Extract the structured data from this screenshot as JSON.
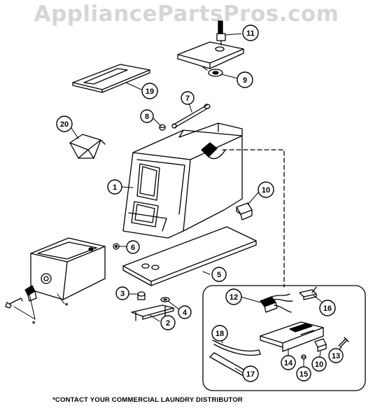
{
  "watermark": "AppliancePartsPros.com",
  "footnote": "*CONTACT YOUR COMMERCIAL LAUNDRY DISTRIBUTOR",
  "asterisk": "*",
  "callouts": {
    "c1": "1",
    "c2": "2",
    "c3": "3",
    "c4": "4",
    "c5": "5",
    "c6": "6",
    "c7": "7",
    "c8": "8",
    "c9": "9",
    "c10a": "10",
    "c10b": "10",
    "c11": "11",
    "c12": "12",
    "c13": "13",
    "c14": "14",
    "c15": "15",
    "c16": "16",
    "c17": "17",
    "c18": "18",
    "c19": "19",
    "c20": "20"
  }
}
